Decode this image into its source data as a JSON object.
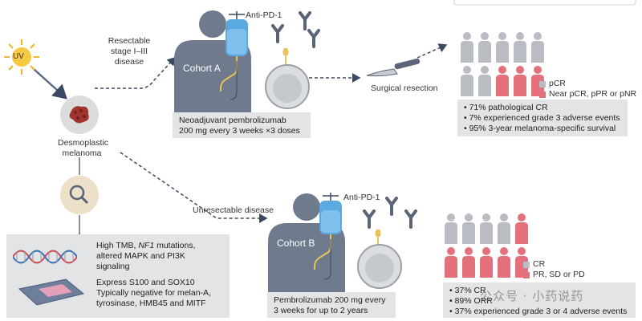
{
  "uv": {
    "label": "UV"
  },
  "melanoma": {
    "label_line1": "Desmoplastic",
    "label_line2": "melanoma"
  },
  "resectable": {
    "line1": "Resectable",
    "line2": "stage I–III",
    "line3": "disease"
  },
  "unresectable": {
    "label": "Unresectable disease"
  },
  "cohort_a": {
    "name": "Cohort A",
    "drug_label": "Anti-PD-1",
    "regimen_line1": "Neoadjuvant pembrolizumab",
    "regimen_line2": "200 mg every 3 weeks ×3 doses",
    "surgery_label": "Surgical resection",
    "legend": [
      {
        "label": "pCR",
        "color": "#b9bcc2"
      },
      {
        "label": "Near pCR, pPR or pNR",
        "color": "#e3707a"
      }
    ],
    "stats": [
      "71% pathological CR",
      "7% experienced grade 3 adverse events",
      "95% 3-year melanoma-specific survival"
    ]
  },
  "cohort_b": {
    "name": "Cohort B",
    "drug_label": "Anti-PD-1",
    "regimen_line1": "Pembrolizumab 200 mg every",
    "regimen_line2": "3 weeks for up to 2 years",
    "legend": [
      {
        "label": "CR",
        "color": "#b9bcc2"
      },
      {
        "label": "PR, SD or PD",
        "color": "#e3707a"
      }
    ],
    "stats": [
      "37% CR",
      "89% ORR",
      "37% experienced grade 3 or 4 adverse events"
    ]
  },
  "features": {
    "genomic_line1": "High TMB, ",
    "genomic_nf1": "NF1",
    "genomic_line1b": " mutations,",
    "genomic_line2": "altered MAPK and PI3K",
    "genomic_line3": "signaling",
    "ihc_line1": "Express S100 and SOX10",
    "ihc_line2": "Typically negative for melan-A,",
    "ihc_line3": "tyrosinase, HMB45 and MITF"
  },
  "watermark": {
    "text": "公众号 · 小药说药"
  },
  "colors": {
    "grey": "#b9bcc2",
    "red": "#e3707a",
    "body": "#6f7a8c",
    "box": "#e3e4e6",
    "bag": "#5aa9e0"
  }
}
